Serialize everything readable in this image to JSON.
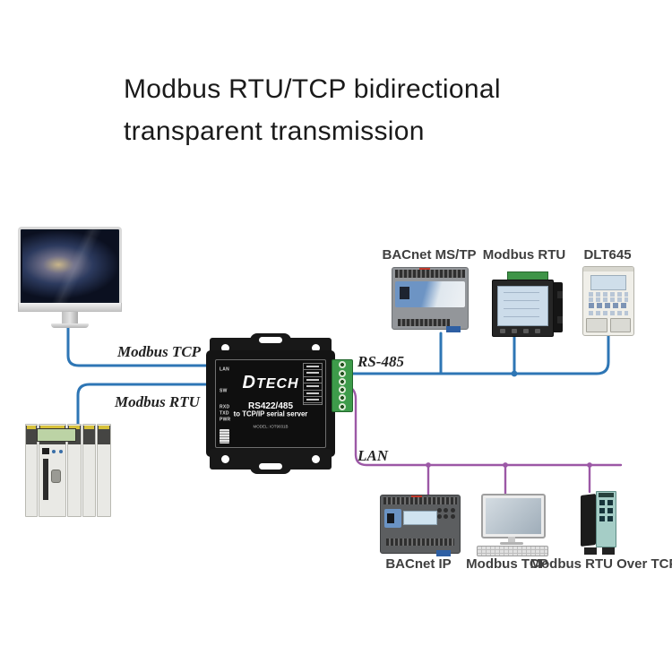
{
  "title": {
    "line1": "Modbus RTU/TCP bidirectional",
    "line2": "transparent transmission"
  },
  "connection_labels": {
    "modbus_tcp": "Modbus TCP",
    "modbus_rtu": "Modbus RTU",
    "rs485": "RS-485",
    "lan": "LAN"
  },
  "gateway": {
    "brand": "DTECH",
    "product_line1": "RS422/485",
    "product_line2": "to TCP/IP serial server",
    "model": "MODEL: IOT9031B",
    "port_lan": "LAN",
    "port_sw": "SW",
    "leds": [
      "RXD",
      "TXD",
      "PWR"
    ]
  },
  "top_devices": [
    {
      "label": "BACnet MS/TP"
    },
    {
      "label": "Modbus RTU"
    },
    {
      "label": "DLT645"
    }
  ],
  "bottom_devices": [
    {
      "label": "BACnet IP"
    },
    {
      "label": "Modbus TCP"
    },
    {
      "label": "Modbus RTU Over TCP"
    }
  ],
  "colors": {
    "blue_line": "#2e76b5",
    "purple_line": "#9c58a6",
    "title_text": "#1a1a1a",
    "terminal_green": "#3d9b4a"
  }
}
